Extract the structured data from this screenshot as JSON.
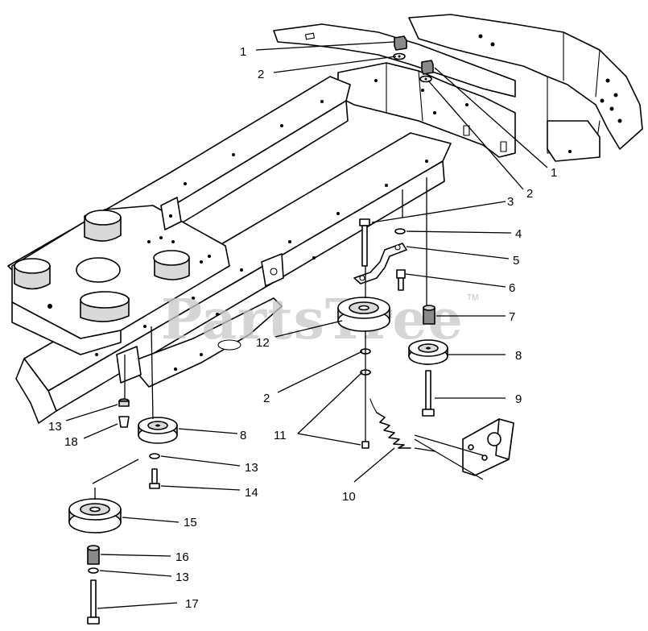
{
  "watermark": {
    "text": "PartsTree",
    "trademark": "TM"
  },
  "callouts": [
    "1",
    "2",
    "1",
    "2",
    "3",
    "4",
    "5",
    "6",
    "7",
    "8",
    "9",
    "12",
    "2",
    "11",
    "10",
    "13",
    "18",
    "8",
    "13",
    "14",
    "15",
    "16",
    "13",
    "17"
  ]
}
